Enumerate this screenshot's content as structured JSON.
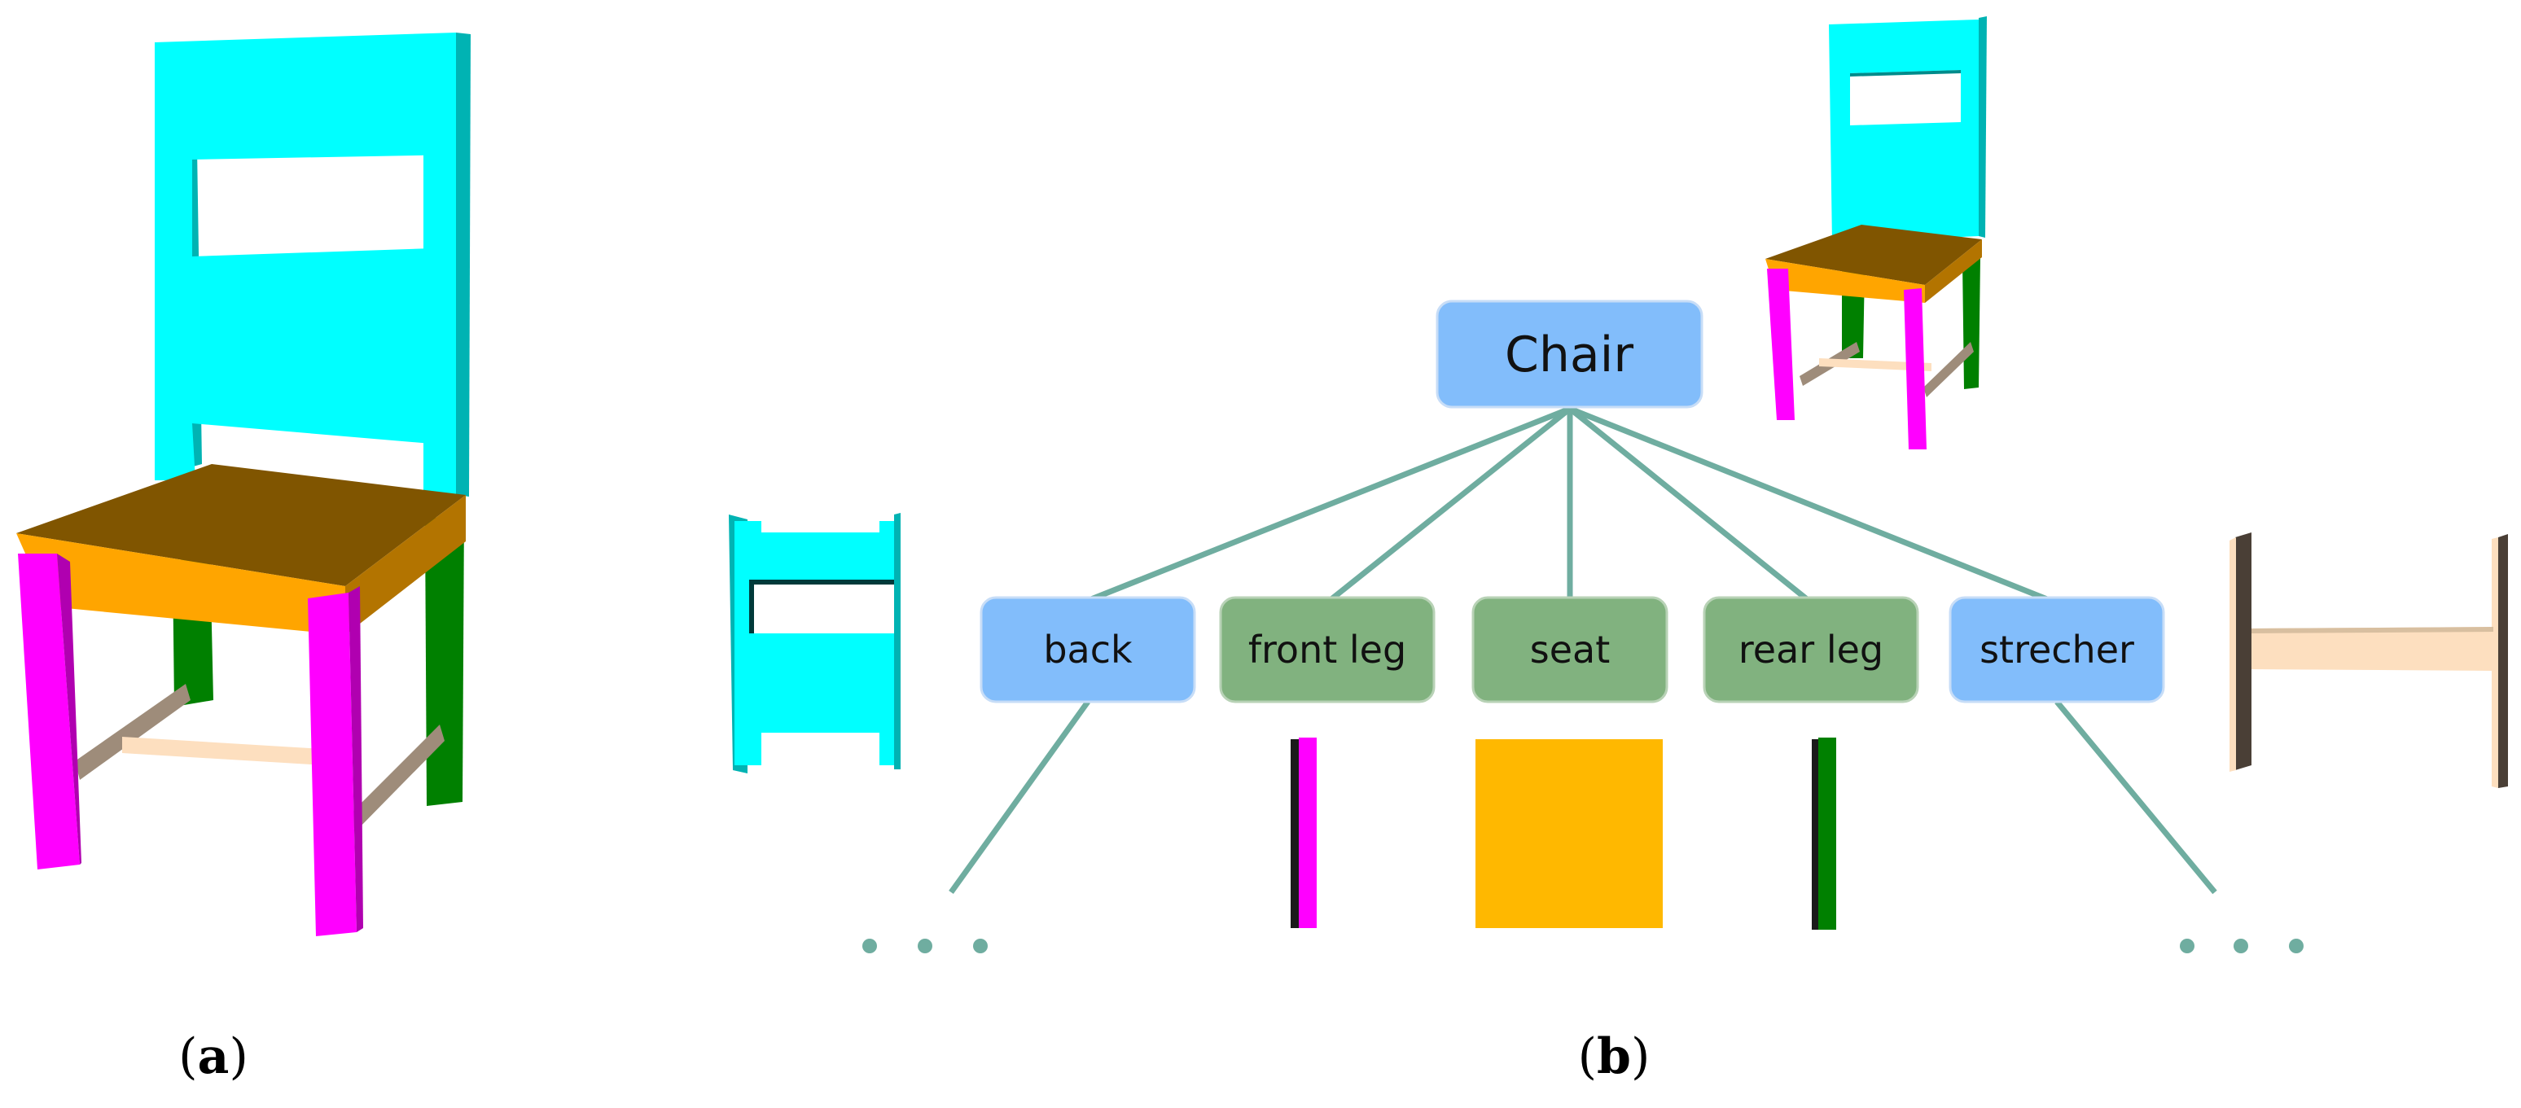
{
  "figure": {
    "captions": {
      "a": "a",
      "b": "b"
    },
    "tree": {
      "root": "Chair",
      "children": [
        {
          "id": "back",
          "label": "back",
          "kind": "group"
        },
        {
          "id": "front-leg",
          "label": "front leg",
          "kind": "leaf"
        },
        {
          "id": "seat",
          "label": "seat",
          "kind": "leaf"
        },
        {
          "id": "rear-leg",
          "label": "rear leg",
          "kind": "leaf"
        },
        {
          "id": "strecher",
          "label": "strecher",
          "kind": "group"
        }
      ]
    },
    "colors": {
      "group_node": "#82BDFB",
      "leaf_node": "#81B27F",
      "edge": "#6FADA0",
      "back": "#00FFFF",
      "seat_top": "#805500",
      "seat_front": "#FFA500",
      "front_leg": "#FF00FF",
      "rear_leg": "#008000",
      "stretcher": "#9E8C7A",
      "stretcher_light": "#FDDFBF",
      "seat_part": "#FFB800"
    }
  }
}
